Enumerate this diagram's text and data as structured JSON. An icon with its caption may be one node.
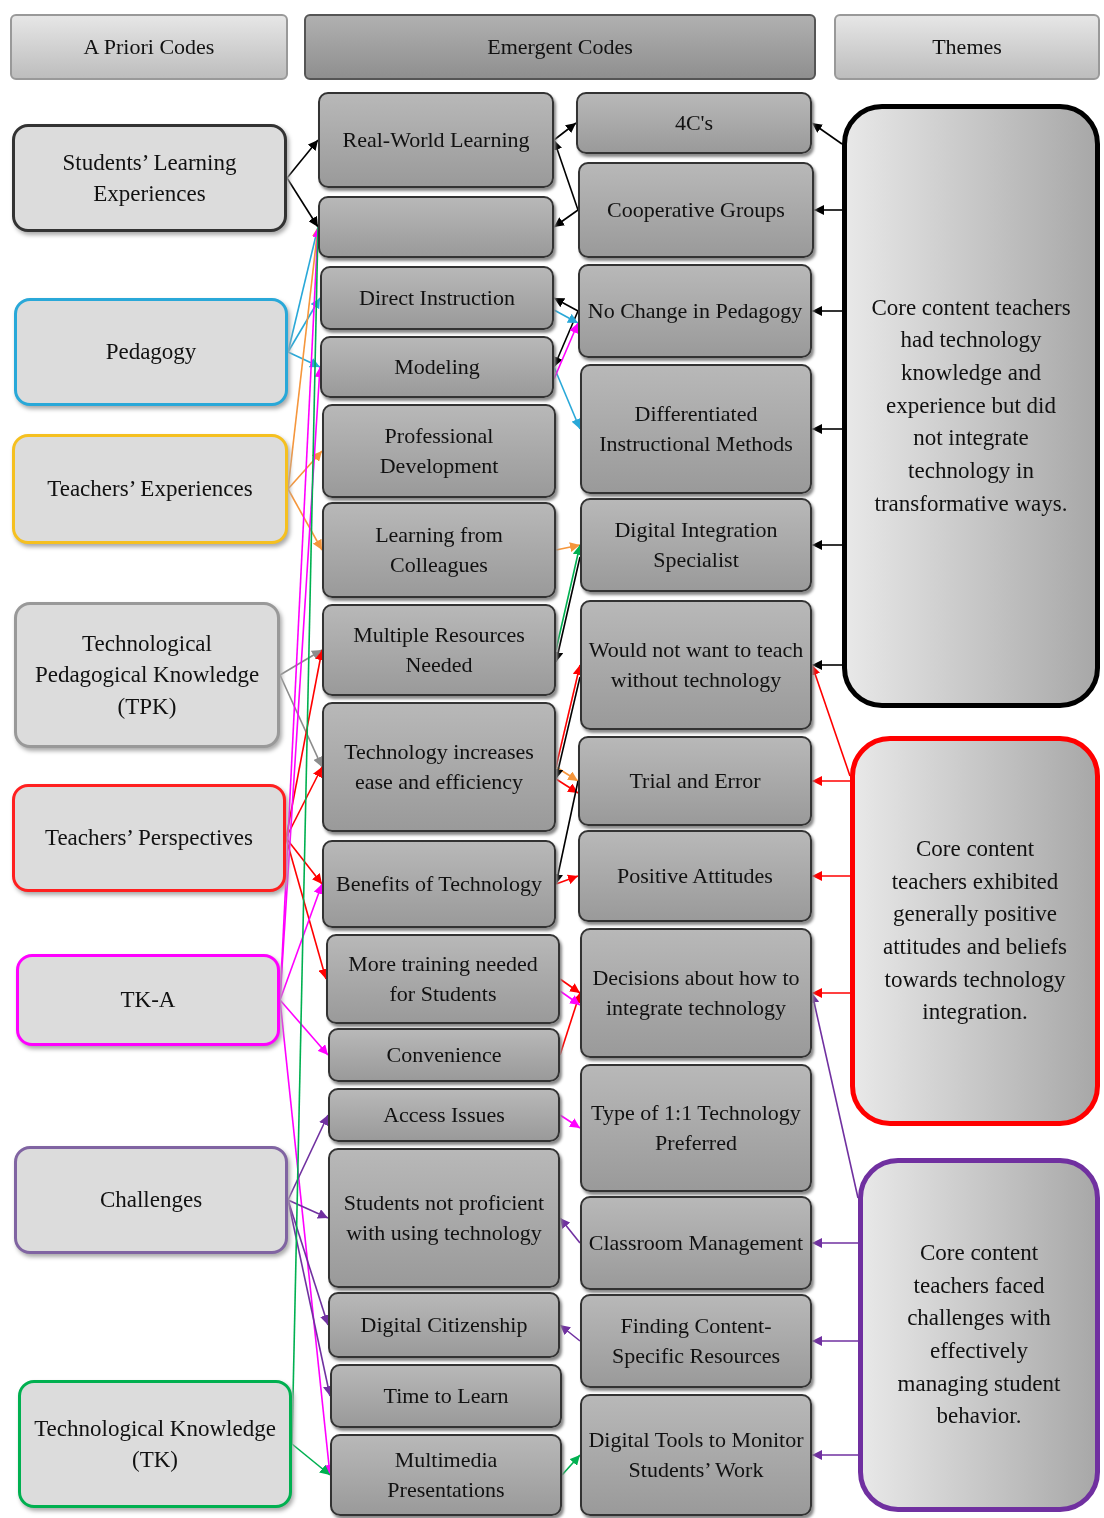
{
  "diagram": {
    "nodes": [
      {
        "text": [
          "A Priori Codes"
        ]
      },
      {
        "text": [
          "Emergent Codes"
        ]
      },
      {
        "text": [
          "Themes"
        ]
      },
      {
        "text": [
          "Students’ Learning Experiences"
        ]
      },
      {
        "text": [
          "Pedagogy"
        ]
      },
      {
        "text": [
          "Teachers’ Experiences"
        ]
      },
      {
        "text": [
          "Technological Pedagogical Knowledge (TPK)"
        ]
      },
      {
        "text": [
          "Teachers’ Perspectives"
        ]
      },
      {
        "text": [
          "TK-A"
        ]
      },
      {
        "text": [
          "Challenges"
        ]
      },
      {
        "text": [
          "Technological Knowledge (TK)"
        ]
      },
      {
        "text": [
          "Real-World Learning"
        ]
      },
      {
        "text": [],
        "shape": "box"
      },
      {
        "text": [
          "Direct Instruction"
        ]
      },
      {
        "text": [
          "Modeling"
        ]
      },
      {
        "text": [
          "Professional Development"
        ]
      },
      {
        "text": [
          "Learning from Colleagues"
        ]
      },
      {
        "text": [
          "Multiple Resources Needed"
        ]
      },
      {
        "text": [
          "Technology increases ease and efficiency"
        ]
      },
      {
        "text": [
          "Benefits of Technology"
        ]
      },
      {
        "text": [
          "More training needed for Students"
        ]
      },
      {
        "text": [
          "Convenience"
        ]
      },
      {
        "text": [
          "Access Issues"
        ]
      },
      {
        "text": [
          "Students not proficient with using technology"
        ]
      },
      {
        "text": [
          "Digital Citizenship"
        ]
      },
      {
        "text": [
          "Time to Learn"
        ]
      },
      {
        "text": [
          "Multimedia Presentations"
        ]
      },
      {
        "text": [
          "4C's"
        ]
      },
      {
        "text": [
          "Cooperative Groups"
        ]
      },
      {
        "text": [
          "No Change in Pedagogy"
        ]
      },
      {
        "text": [
          "Differentiated Instructional Methods"
        ]
      },
      {
        "text": [
          "Digital Integration Specialist"
        ]
      },
      {
        "text": [
          "Would not want to teach without technology"
        ]
      },
      {
        "text": [
          "Trial and Error"
        ]
      },
      {
        "text": [
          "Positive Attitudes"
        ]
      },
      {
        "text": [
          "Decisions about how to integrate technology"
        ]
      },
      {
        "text": [
          "Type of 1:1 Technology Preferred"
        ]
      },
      {
        "text": [
          "Classroom Management"
        ]
      },
      {
        "text": [
          "Finding Content-Specific Resources"
        ]
      },
      {
        "text": [
          "Digital Tools to Monitor Students’ Work"
        ]
      },
      {
        "text": [
          "Core content teachers had technology knowledge and experience but did not integrate technology in transformative ways."
        ]
      },
      {
        "text": [
          "Core content teachers exhibited generally positive attitudes and beliefs towards technology integration."
        ]
      },
      {
        "text": [
          "Core content teachers faced challenges with effectively managing student behavior."
        ]
      }
    ],
    "edges": [
      {
        "from": 3,
        "to": 11,
        "arrow": "to"
      },
      {
        "from": 3,
        "to": 12,
        "arrow": "to"
      },
      {
        "from": 11,
        "to": 27,
        "arrow": "to"
      },
      {
        "from": 28,
        "to": 11,
        "arrow": "to"
      },
      {
        "from": 28,
        "to": 12,
        "arrow": "to"
      },
      {
        "from": 29,
        "to": 13,
        "arrow": "to"
      },
      {
        "from": 29,
        "to": 14,
        "arrow": "to"
      },
      {
        "from": 4,
        "to": 12,
        "arrow": "none",
        "color": "#29a8d8"
      },
      {
        "from": 4,
        "to": 13,
        "arrow": "to",
        "color": "#29a8d8"
      },
      {
        "from": 4,
        "to": 14,
        "arrow": "to",
        "color": "#29a8d8"
      },
      {
        "from": 13,
        "to": 29,
        "arrow": "to",
        "color": "#29a8d8"
      },
      {
        "from": 14,
        "to": 30,
        "arrow": "to",
        "color": "#29a8d8"
      },
      {
        "from": 5,
        "to": 12,
        "arrow": "to",
        "color": "#f5963c"
      },
      {
        "from": 5,
        "to": 15,
        "arrow": "to",
        "color": "#f5963c"
      },
      {
        "from": 5,
        "to": 16,
        "arrow": "to",
        "color": "#f5963c"
      },
      {
        "from": 16,
        "to": 31,
        "arrow": "to",
        "color": "#f5963c"
      },
      {
        "from": 18,
        "to": 33,
        "arrow": "to",
        "color": "#f5963c"
      },
      {
        "from": 6,
        "to": 17,
        "arrow": "to",
        "color": "#8c8c8c"
      },
      {
        "from": 6,
        "to": 18,
        "arrow": "to",
        "color": "#8c8c8c"
      },
      {
        "from": 7,
        "to": 17,
        "arrow": "to",
        "color": "#ff0000"
      },
      {
        "from": 7,
        "to": 18,
        "arrow": "to",
        "color": "#ff0000"
      },
      {
        "from": 7,
        "to": 19,
        "arrow": "to",
        "color": "#ff0000"
      },
      {
        "from": 7,
        "to": 20,
        "arrow": "to",
        "color": "#ff0000"
      },
      {
        "from": 18,
        "to": 32,
        "arrow": "to",
        "color": "#ff0000"
      },
      {
        "from": 18,
        "to": 33,
        "arrow": "to",
        "color": "#ff0000"
      },
      {
        "from": 19,
        "to": 34,
        "arrow": "to",
        "color": "#ff0000"
      },
      {
        "from": 20,
        "to": 35,
        "arrow": "to",
        "color": "#ff0000"
      },
      {
        "from": 21,
        "to": 35,
        "arrow": "to",
        "color": "#ff0000"
      },
      {
        "from": 8,
        "to": 12,
        "arrow": "to",
        "color": "#ff00ff"
      },
      {
        "from": 8,
        "to": 14,
        "arrow": "to",
        "color": "#ff00ff"
      },
      {
        "from": 8,
        "to": 19,
        "arrow": "to",
        "color": "#ff00ff"
      },
      {
        "from": 8,
        "to": 21,
        "arrow": "to",
        "color": "#ff00ff"
      },
      {
        "from": 8,
        "to": 26,
        "arrow": "to",
        "color": "#ff00ff"
      },
      {
        "from": 14,
        "to": 29,
        "arrow": "to",
        "color": "#ff00ff"
      },
      {
        "from": 20,
        "to": 35,
        "arrow": "to",
        "color": "#ff00ff"
      },
      {
        "from": 22,
        "to": 36,
        "arrow": "to",
        "color": "#ff00ff"
      },
      {
        "from": 9,
        "to": 22,
        "arrow": "to",
        "color": "#7030a0"
      },
      {
        "from": 9,
        "to": 23,
        "arrow": "to",
        "color": "#7030a0"
      },
      {
        "from": 9,
        "to": 24,
        "arrow": "to",
        "color": "#7030a0"
      },
      {
        "from": 9,
        "to": 25,
        "arrow": "to",
        "color": "#7030a0"
      },
      {
        "from": 37,
        "to": 23,
        "arrow": "to",
        "color": "#7030a0"
      },
      {
        "from": 38,
        "to": 24,
        "arrow": "to",
        "color": "#7030a0"
      },
      {
        "from": 10,
        "to": 12,
        "arrow": "none",
        "color": "#00b050"
      },
      {
        "from": 10,
        "to": 26,
        "arrow": "to",
        "color": "#00b050"
      },
      {
        "from": 17,
        "to": 31,
        "arrow": "to",
        "color": "#00b050"
      },
      {
        "from": 26,
        "to": 39,
        "arrow": "to",
        "color": "#00b050"
      },
      {
        "from": 31,
        "to": 17,
        "arrow": "to"
      },
      {
        "from": 32,
        "to": 18,
        "arrow": "to"
      },
      {
        "from": 33,
        "to": 19,
        "arrow": "to"
      },
      {
        "from": 40,
        "to": 27,
        "arrow": "to"
      },
      {
        "from": 40,
        "to": 28,
        "arrow": "to"
      },
      {
        "from": 40,
        "to": 29,
        "arrow": "to"
      },
      {
        "from": 40,
        "to": 30,
        "arrow": "to"
      },
      {
        "from": 40,
        "to": 31,
        "arrow": "to"
      },
      {
        "from": 40,
        "to": 32,
        "arrow": "to"
      },
      {
        "from": 41,
        "to": 32,
        "arrow": "to",
        "color": "#ff0000"
      },
      {
        "from": 41,
        "to": 33,
        "arrow": "to",
        "color": "#ff0000"
      },
      {
        "from": 41,
        "to": 34,
        "arrow": "to",
        "color": "#ff0000"
      },
      {
        "from": 41,
        "to": 35,
        "arrow": "to",
        "color": "#ff0000"
      },
      {
        "from": 42,
        "to": 35,
        "arrow": "to",
        "color": "#7030a0"
      },
      {
        "from": 42,
        "to": 37,
        "arrow": "to",
        "color": "#7030a0"
      },
      {
        "from": 42,
        "to": 38,
        "arrow": "to",
        "color": "#7030a0"
      },
      {
        "from": 42,
        "to": 39,
        "arrow": "to",
        "color": "#7030a0"
      }
    ]
  }
}
